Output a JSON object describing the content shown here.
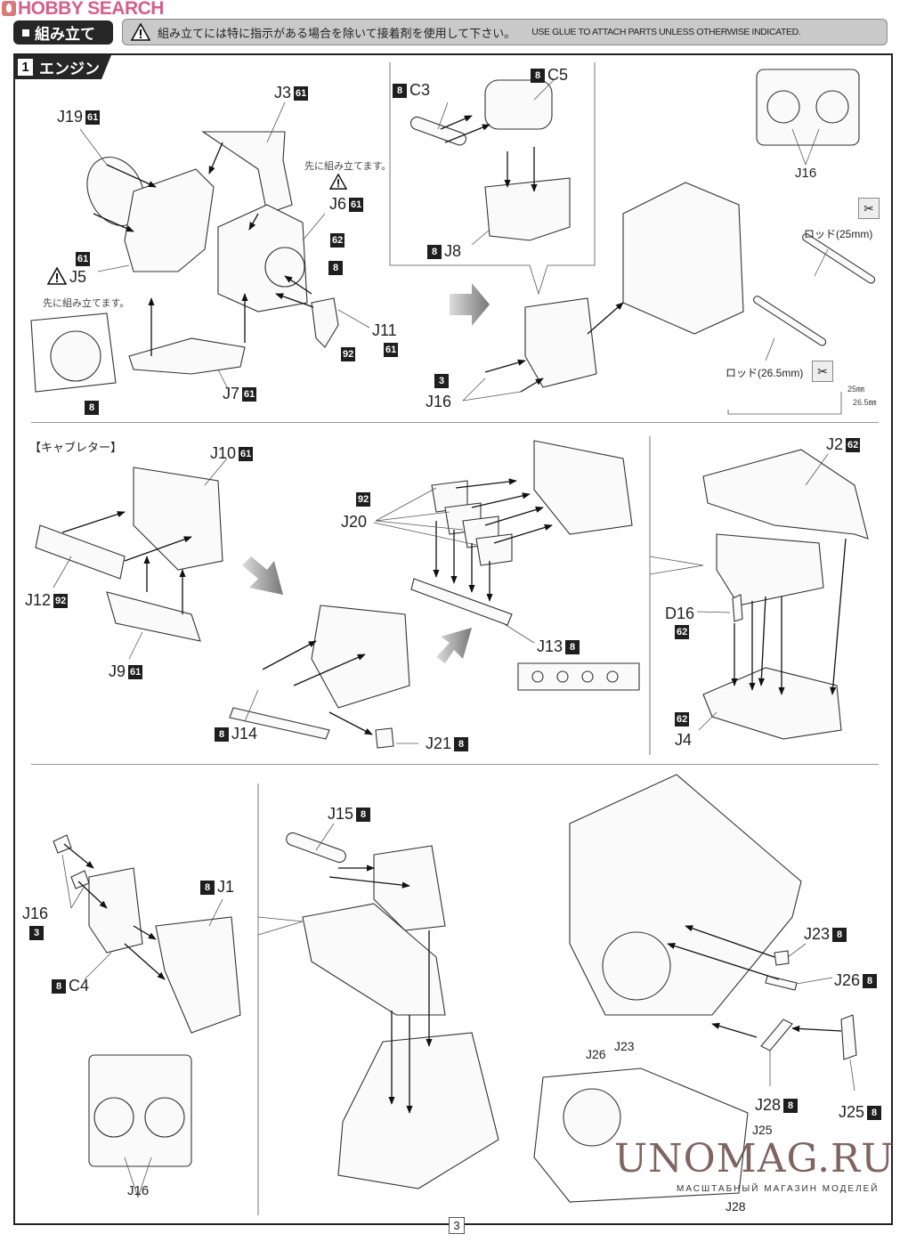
{
  "watermark_logo": {
    "text": "HOBBY SEARCH"
  },
  "header": {
    "section_label": "組み立て",
    "glue_note_jp": "組み立てには特に指示がある場合を除いて接着剤を使用して下さい。",
    "glue_note_en": "USE GLUE TO ATTACH PARTS UNLESS OTHERWISE INDICATED."
  },
  "step": {
    "number": "1",
    "title": "エンジン"
  },
  "engine_block": {
    "parts": [
      {
        "id": "J19",
        "color": "61"
      },
      {
        "id": "J3",
        "color": "61"
      },
      {
        "id": "J6",
        "color": "61"
      },
      {
        "id": "J5",
        "color": "61"
      },
      {
        "id": "J7",
        "color": "61"
      },
      {
        "id": "J11",
        "color": "61"
      }
    ],
    "color_callouts": [
      "62",
      "8",
      "92",
      "8"
    ],
    "pre_assemble_note": "先に組み立てます。"
  },
  "cylinder_inset": {
    "parts": [
      {
        "id": "C3",
        "color": "8"
      },
      {
        "id": "C5",
        "color": "8"
      },
      {
        "id": "J8",
        "color": "8"
      }
    ]
  },
  "plug_assembly": {
    "part": "J16",
    "color": "3"
  },
  "top_view_label": "J16",
  "rods": [
    {
      "label": "ロッド(25mm)",
      "icon": "no-cut-icon"
    },
    {
      "label": "ロッド(26.5mm)",
      "icon": "no-cut-icon"
    }
  ],
  "rod_scale": {
    "long": "25㎜",
    "short": "26.5㎜"
  },
  "carburetor": {
    "heading": "【キャブレター】",
    "parts": [
      {
        "id": "J10",
        "color": "61"
      },
      {
        "id": "J12",
        "color": "92"
      },
      {
        "id": "J9",
        "color": "61"
      },
      {
        "id": "J14",
        "color": "8"
      },
      {
        "id": "J21",
        "color": "8"
      },
      {
        "id": "J20",
        "color": "92"
      },
      {
        "id": "J13",
        "color": "8"
      }
    ]
  },
  "cover": {
    "parts": [
      {
        "id": "J2",
        "color": "62"
      },
      {
        "id": "D16",
        "color": "62"
      },
      {
        "id": "J4",
        "color": "62"
      }
    ]
  },
  "lower_left": {
    "parts": [
      {
        "id": "J16",
        "color": "3"
      },
      {
        "id": "J1",
        "color": "8"
      },
      {
        "id": "C4",
        "color": "8"
      }
    ],
    "detail_label": "J16"
  },
  "lower_mid": {
    "part": {
      "id": "J15",
      "color": "8"
    }
  },
  "lower_right": {
    "parts": [
      {
        "id": "J23",
        "color": "8"
      },
      {
        "id": "J26",
        "color": "8"
      },
      {
        "id": "J28",
        "color": "8"
      },
      {
        "id": "J25",
        "color": "8"
      }
    ],
    "detail_labels": [
      "J26",
      "J23",
      "J25",
      "J28"
    ]
  },
  "watermark": {
    "main": "UNOMAG.RU",
    "sub": "МАСШТАБНЫЙ МАГАЗИН МОДЕЛЕЙ"
  },
  "page_number": "3"
}
